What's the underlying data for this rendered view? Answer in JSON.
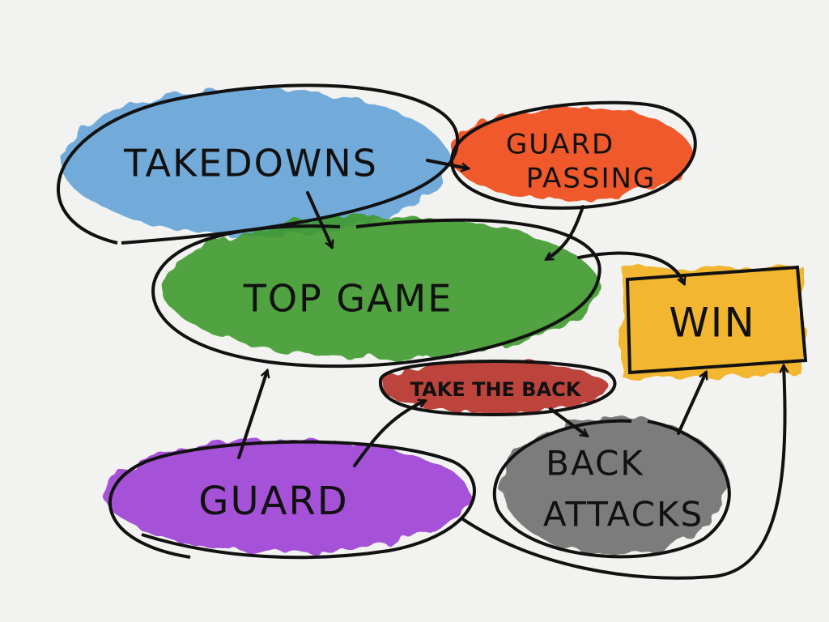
{
  "diagram": {
    "nodes": [
      {
        "id": "takedowns",
        "label": "TAKEDOWNS",
        "color": "#5b9fd6"
      },
      {
        "id": "guard_passing",
        "label_line1": "GUARD",
        "label_line2": "PASSING",
        "color": "#ef4a16"
      },
      {
        "id": "top_game",
        "label": "TOP GAME",
        "color": "#3f9a2e"
      },
      {
        "id": "win",
        "label": "WIN",
        "color": "#f2b01a"
      },
      {
        "id": "take_the_back",
        "label": "TAKE THE BACK",
        "color": "#b8302c"
      },
      {
        "id": "back_attacks",
        "label_line1": "BACK",
        "label_line2": "ATTACKS",
        "color": "#707070"
      },
      {
        "id": "guard",
        "label": "GUARD",
        "color": "#9d3fd6"
      }
    ],
    "edges": [
      {
        "from": "takedowns",
        "to": "guard_passing"
      },
      {
        "from": "takedowns",
        "to": "top_game"
      },
      {
        "from": "guard_passing",
        "to": "top_game"
      },
      {
        "from": "top_game",
        "to": "win"
      },
      {
        "from": "guard",
        "to": "top_game"
      },
      {
        "from": "guard",
        "to": "take_the_back"
      },
      {
        "from": "take_the_back",
        "to": "back_attacks"
      },
      {
        "from": "back_attacks",
        "to": "win"
      },
      {
        "from": "guard",
        "to": "win"
      }
    ]
  }
}
